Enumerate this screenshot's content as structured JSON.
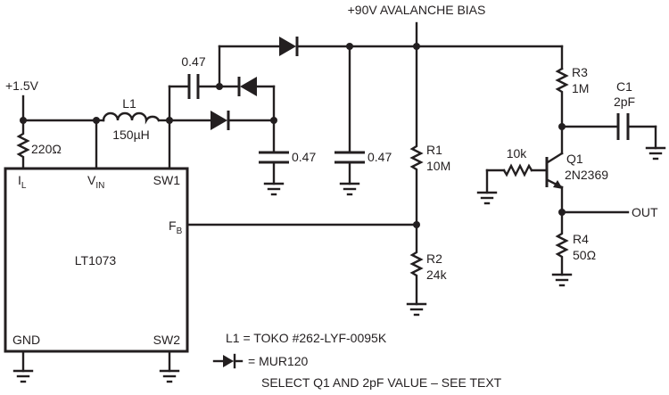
{
  "title": "+90V Avalanche Bias Pulse Generator Schematic",
  "supply": {
    "input_voltage": "+1.5V",
    "bias_label": "+90V AVALANCHE BIAS"
  },
  "ic": {
    "name": "LT1073",
    "pins": {
      "il": "I",
      "il_sub": "L",
      "vin": "V",
      "vin_sub": "IN",
      "sw1": "SW1",
      "fb": "F",
      "fb_sub": "B",
      "gnd": "GND",
      "sw2": "SW2"
    }
  },
  "components": {
    "r_il": {
      "value": "220Ω"
    },
    "l1": {
      "ref": "L1",
      "value": "150µH"
    },
    "c_pump": {
      "value": "0.47"
    },
    "c_doubler": {
      "value": "0.47"
    },
    "c_out": {
      "value": "0.47"
    },
    "r1": {
      "ref": "R1",
      "value": "10M"
    },
    "r2": {
      "ref": "R2",
      "value": "24k"
    },
    "r3": {
      "ref": "R3",
      "value": "1M"
    },
    "c1": {
      "ref": "C1",
      "value": "2pF"
    },
    "r_base": {
      "value": "10k"
    },
    "q1": {
      "ref": "Q1",
      "value": "2N2369"
    },
    "r4": {
      "ref": "R4",
      "value": "50Ω"
    }
  },
  "output_label": "OUT",
  "notes": {
    "l1_note": "L1  =  TOKO #262-LYF-0095K",
    "diode_note": "=  MUR120",
    "select_note": "SELECT Q1 AND 2pF VALUE – SEE TEXT"
  },
  "colors": {
    "ink": "#231f20",
    "background": "#ffffff"
  }
}
